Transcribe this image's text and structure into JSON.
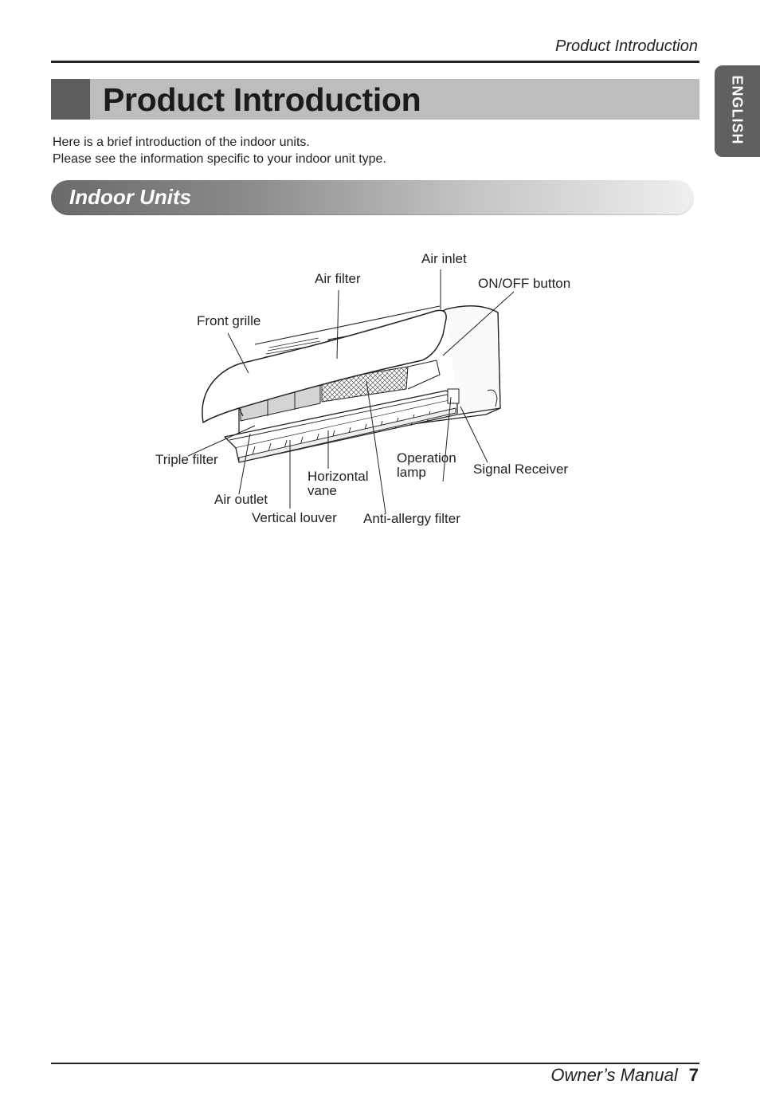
{
  "header": {
    "running_head": "Product Introduction",
    "title": "Product Introduction",
    "language_tab": "ENGLISH"
  },
  "intro": {
    "line1": "Here is a brief introduction of the indoor units.",
    "line2": "Please see the information specific to your indoor unit type."
  },
  "section": {
    "title": "Indoor Units"
  },
  "diagram": {
    "labels": {
      "air_inlet": "Air inlet",
      "air_filter": "Air filter",
      "on_off_button": "ON/OFF button",
      "front_grille": "Front grille",
      "triple_filter": "Triple filter",
      "operation_lamp_1": "Operation",
      "operation_lamp_2": "lamp",
      "signal_receiver": "Signal Receiver",
      "horizontal_vane_1": "Horizontal",
      "horizontal_vane_2": "vane",
      "air_outlet": "Air outlet",
      "vertical_louver": "Vertical louver",
      "anti_allergy_filter": "Anti-allergy filter"
    }
  },
  "footer": {
    "manual": "Owner’s Manual",
    "page": "7"
  }
}
